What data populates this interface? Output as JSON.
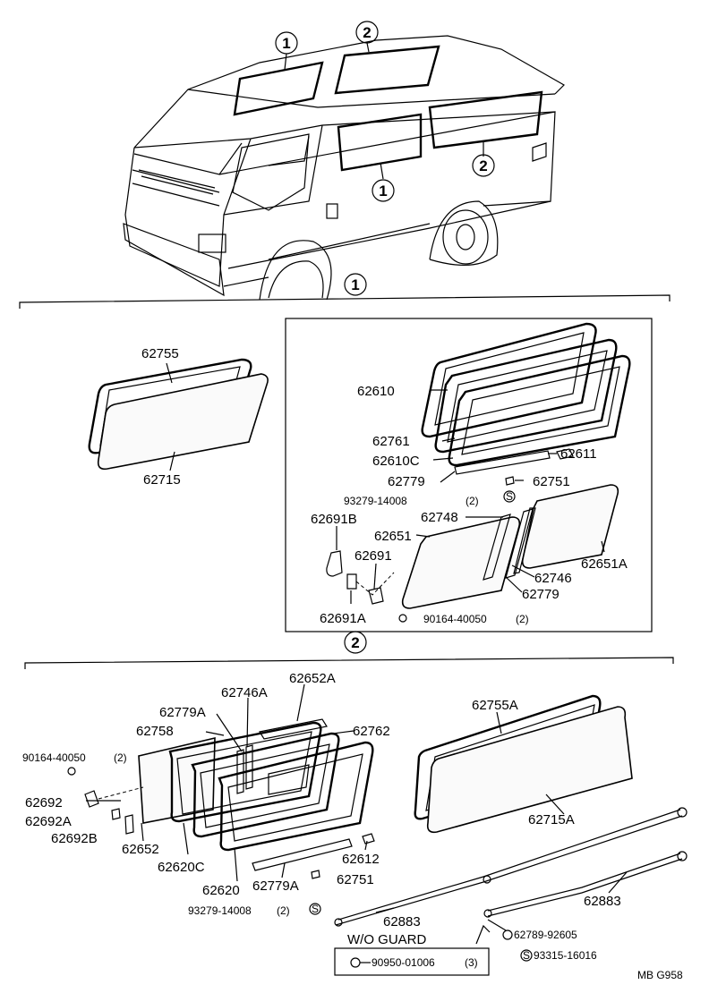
{
  "callouts": {
    "van_1a": "1",
    "van_2a": "2",
    "van_1b": "1",
    "van_2b": "2",
    "section_1": "1",
    "section_2": "2"
  },
  "section1": {
    "left": {
      "p1": "62755",
      "p2": "62715"
    },
    "box": {
      "p1": "62610",
      "p2": "62761",
      "p3": "62610C",
      "p4": "62611",
      "p5": "62779",
      "p6": "62751",
      "p7": "93279-14008",
      "p7q": "(2)",
      "p8": "62748",
      "p9": "62691B",
      "p10": "62651",
      "p11": "62691",
      "p12": "62746",
      "p13": "62651A",
      "p14": "62779",
      "p15": "62691A",
      "p16": "90164-40050",
      "p16q": "(2)"
    }
  },
  "section2": {
    "p1": "62746A",
    "p2": "62652A",
    "p3": "62779A",
    "p4": "62758",
    "p5": "62762",
    "p6": "90164-40050",
    "p6q": "(2)",
    "p7": "62692",
    "p8": "62692A",
    "p9": "62692B",
    "p10": "62652",
    "p11": "62620C",
    "p12": "62620",
    "p13": "62612",
    "p14": "62779A",
    "p15": "62751",
    "p16": "93279-14008",
    "p16q": "(2)",
    "p17": "62755A",
    "p18": "62715A",
    "p19": "62883",
    "p20": "62883",
    "p21": "62789-92605",
    "p22": "93315-16016",
    "guard_label": "W/O GUARD",
    "p23": "90950-01006",
    "p23q": "(3)",
    "s_mark": "S"
  },
  "footer": {
    "code": "MB G958"
  }
}
